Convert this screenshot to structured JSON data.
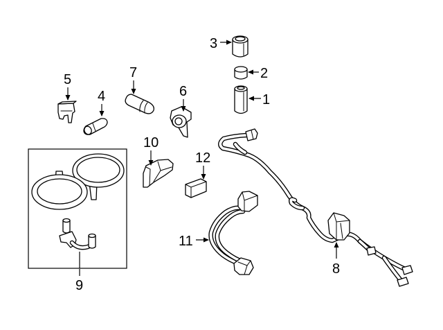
{
  "diagram": {
    "callouts": [
      "1",
      "2",
      "3",
      "4",
      "5",
      "6",
      "7",
      "8",
      "9",
      "10",
      "11",
      "12"
    ],
    "colors": {
      "ink": "#000000",
      "paper": "#ffffff"
    }
  }
}
